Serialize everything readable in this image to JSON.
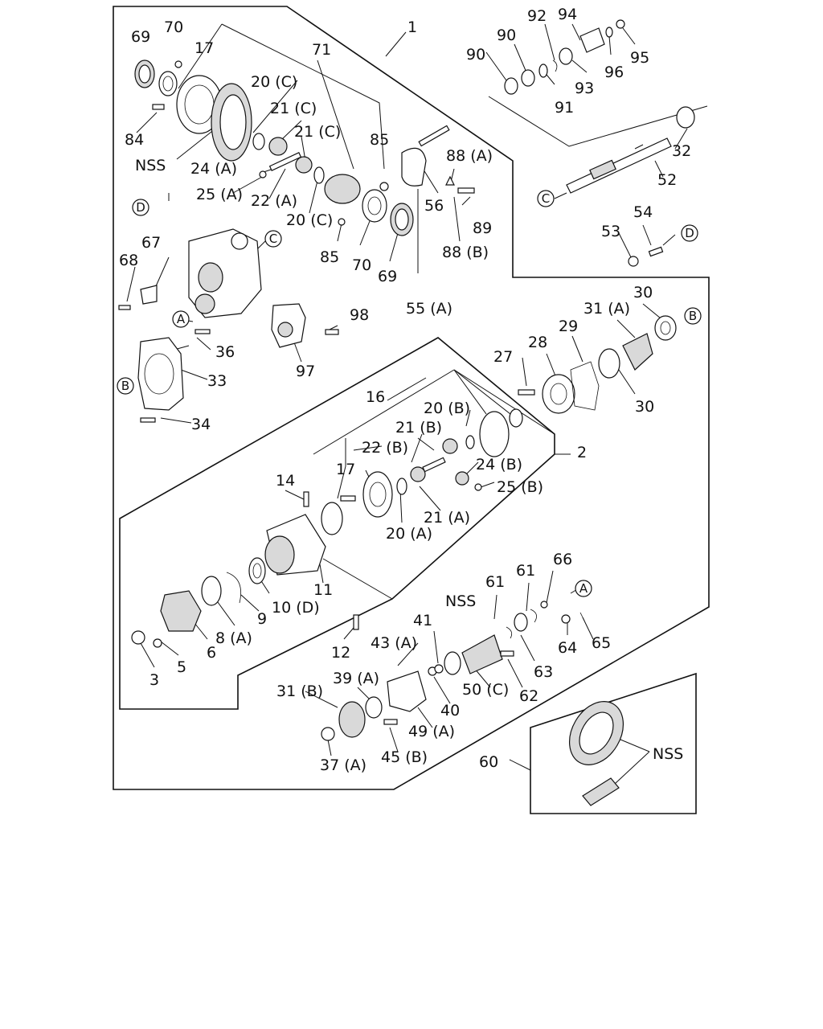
{
  "callouts": {
    "c1": "1",
    "c2": "2",
    "c3": "3",
    "c5": "5",
    "c6": "6",
    "c8a": "8 (A)",
    "c9": "9",
    "c10d": "10 (D)",
    "c11": "11",
    "c12": "12",
    "c14": "14",
    "c16": "16",
    "c17a": "17",
    "c17b": "17",
    "c20a": "20 (A)",
    "c20b": "20 (B)",
    "c20c1": "20 (C)",
    "c20c2": "20 (C)",
    "c21a": "21 (A)",
    "c21b": "21 (B)",
    "c21c1": "21 (C)",
    "c21c2": "21 (C)",
    "c22a": "22 (A)",
    "c22b": "22 (B)",
    "c24a": "24 (A)",
    "c24b": "24 (B)",
    "c25a": "25 (A)",
    "c25b": "25 (B)",
    "c27": "27",
    "c28": "28",
    "c29": "29",
    "c30a": "30",
    "c30b": "30",
    "c31a": "31 (A)",
    "c31b": "31 (B)",
    "c32": "32",
    "c33": "33",
    "c34": "34",
    "c36": "36",
    "c37a": "37 (A)",
    "c39a": "39 (A)",
    "c40": "40",
    "c41": "41",
    "c43a": "43 (A)",
    "c45b": "45 (B)",
    "c49a": "49 (A)",
    "c50c": "50 (C)",
    "c52": "52",
    "c53": "53",
    "c54": "54",
    "c55a": "55 (A)",
    "c56": "56",
    "c60": "60",
    "c61a": "61",
    "c61b": "61",
    "c62": "62",
    "c63": "63",
    "c64": "64",
    "c65": "65",
    "c66": "66",
    "c67": "67",
    "c68": "68",
    "c69a": "69",
    "c69b": "69",
    "c70a": "70",
    "c70b": "70",
    "c71": "71",
    "c84": "84",
    "c85a": "85",
    "c85b": "85",
    "c88a": "88 (A)",
    "c88b": "88 (B)",
    "c89": "89",
    "c90a": "90",
    "c90b": "90",
    "c91": "91",
    "c92": "92",
    "c93": "93",
    "c94": "94",
    "c95": "95",
    "c96": "96",
    "c97": "97",
    "c98": "98",
    "nss1": "NSS",
    "nss2": "NSS",
    "nss3": "NSS"
  },
  "refs": {
    "A1": "A",
    "A2": "A",
    "B1": "B",
    "B2": "B",
    "C1": "C",
    "C2": "C",
    "D1": "D",
    "D2": "D"
  }
}
